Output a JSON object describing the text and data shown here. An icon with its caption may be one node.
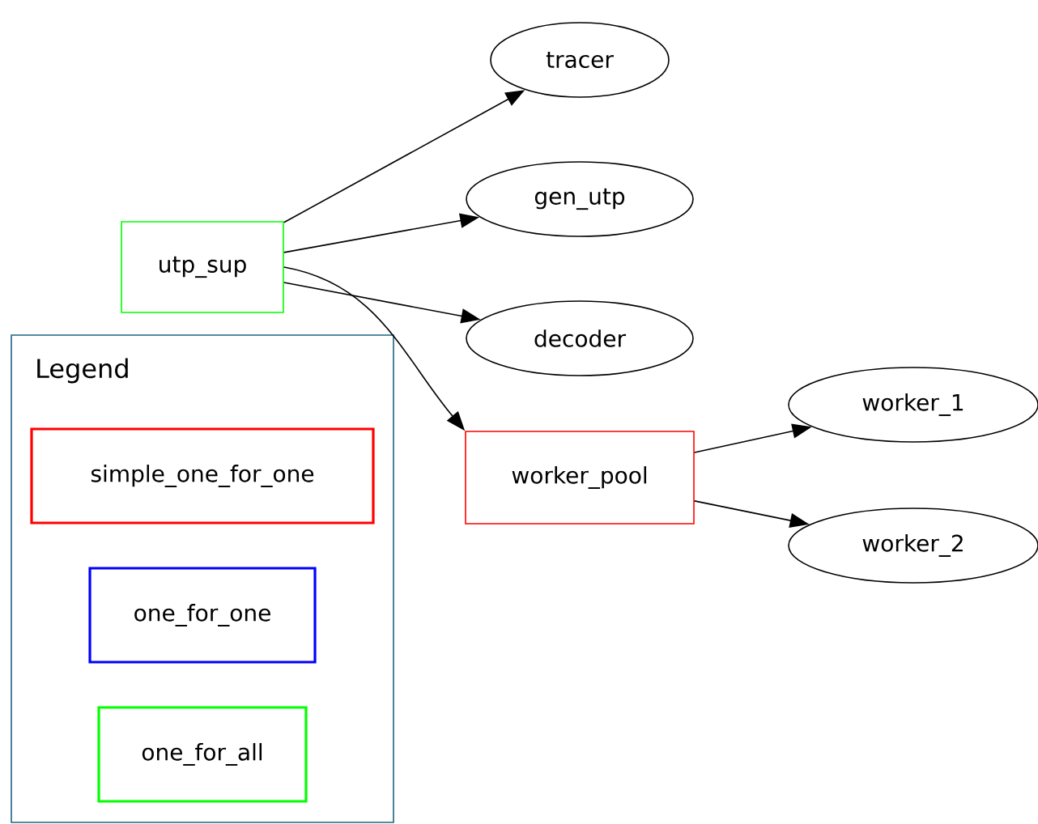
{
  "diagram": {
    "nodes": [
      {
        "text": [
          "utp_sup"
        ]
      },
      {
        "text": [
          "tracer"
        ]
      },
      {
        "text": [
          "gen_utp"
        ]
      },
      {
        "text": [
          "decoder"
        ]
      },
      {
        "text": [
          "worker_pool"
        ]
      },
      {
        "text": [
          "worker_1"
        ]
      },
      {
        "text": [
          "worker_2"
        ]
      }
    ],
    "edges": [
      {
        "from": 0,
        "to": 1,
        "arrow": "to"
      },
      {
        "from": 0,
        "to": 2,
        "arrow": "to"
      },
      {
        "from": 0,
        "to": 3,
        "arrow": "to"
      },
      {
        "from": 0,
        "to": 4,
        "arrow": "to"
      },
      {
        "from": 4,
        "to": 5,
        "arrow": "to"
      },
      {
        "from": 4,
        "to": 6,
        "arrow": "to"
      }
    ],
    "labels": [
      "Legend"
    ],
    "legend": [
      {
        "text": "simple_one_for_one",
        "color": "#ff0000"
      },
      {
        "text": "one_for_one",
        "color": "#0000ff"
      },
      {
        "text": "one_for_all",
        "color": "#00ff00"
      }
    ]
  }
}
